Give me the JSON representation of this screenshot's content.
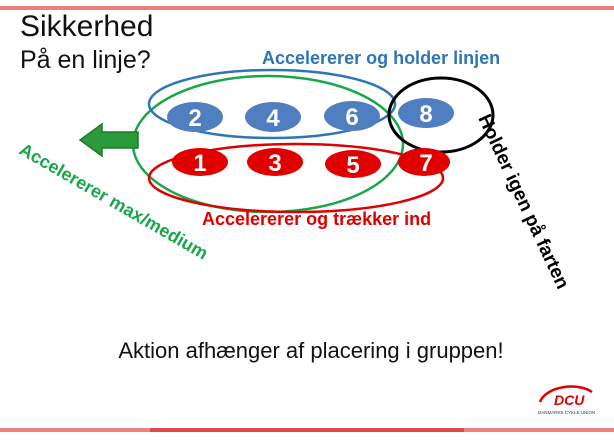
{
  "slide": {
    "title": "Sikkerhed",
    "subtitle": "På en linje?",
    "caption": "Aktion afhænger af placering i gruppen!"
  },
  "labels": {
    "blue": "Accelererer og holder linjen",
    "green": "Accelererer max/medium",
    "red": "Accelererer og trækker ind",
    "black": "Holder igen på farten"
  },
  "riders": {
    "top": [
      "2",
      "4",
      "6",
      "8"
    ],
    "bottom": [
      "1",
      "3",
      "5",
      "7"
    ]
  },
  "logo": {
    "text": "DCU",
    "subtext": "DANMARKS CYKLE UNION"
  },
  "colors": {
    "blue": "#2e75b6",
    "green": "#1aa64a",
    "red": "#e00000",
    "black": "#000000",
    "rider_blue": "#4f7fc0",
    "rider_red": "#e00000",
    "arrow": "#2a9a3a"
  }
}
